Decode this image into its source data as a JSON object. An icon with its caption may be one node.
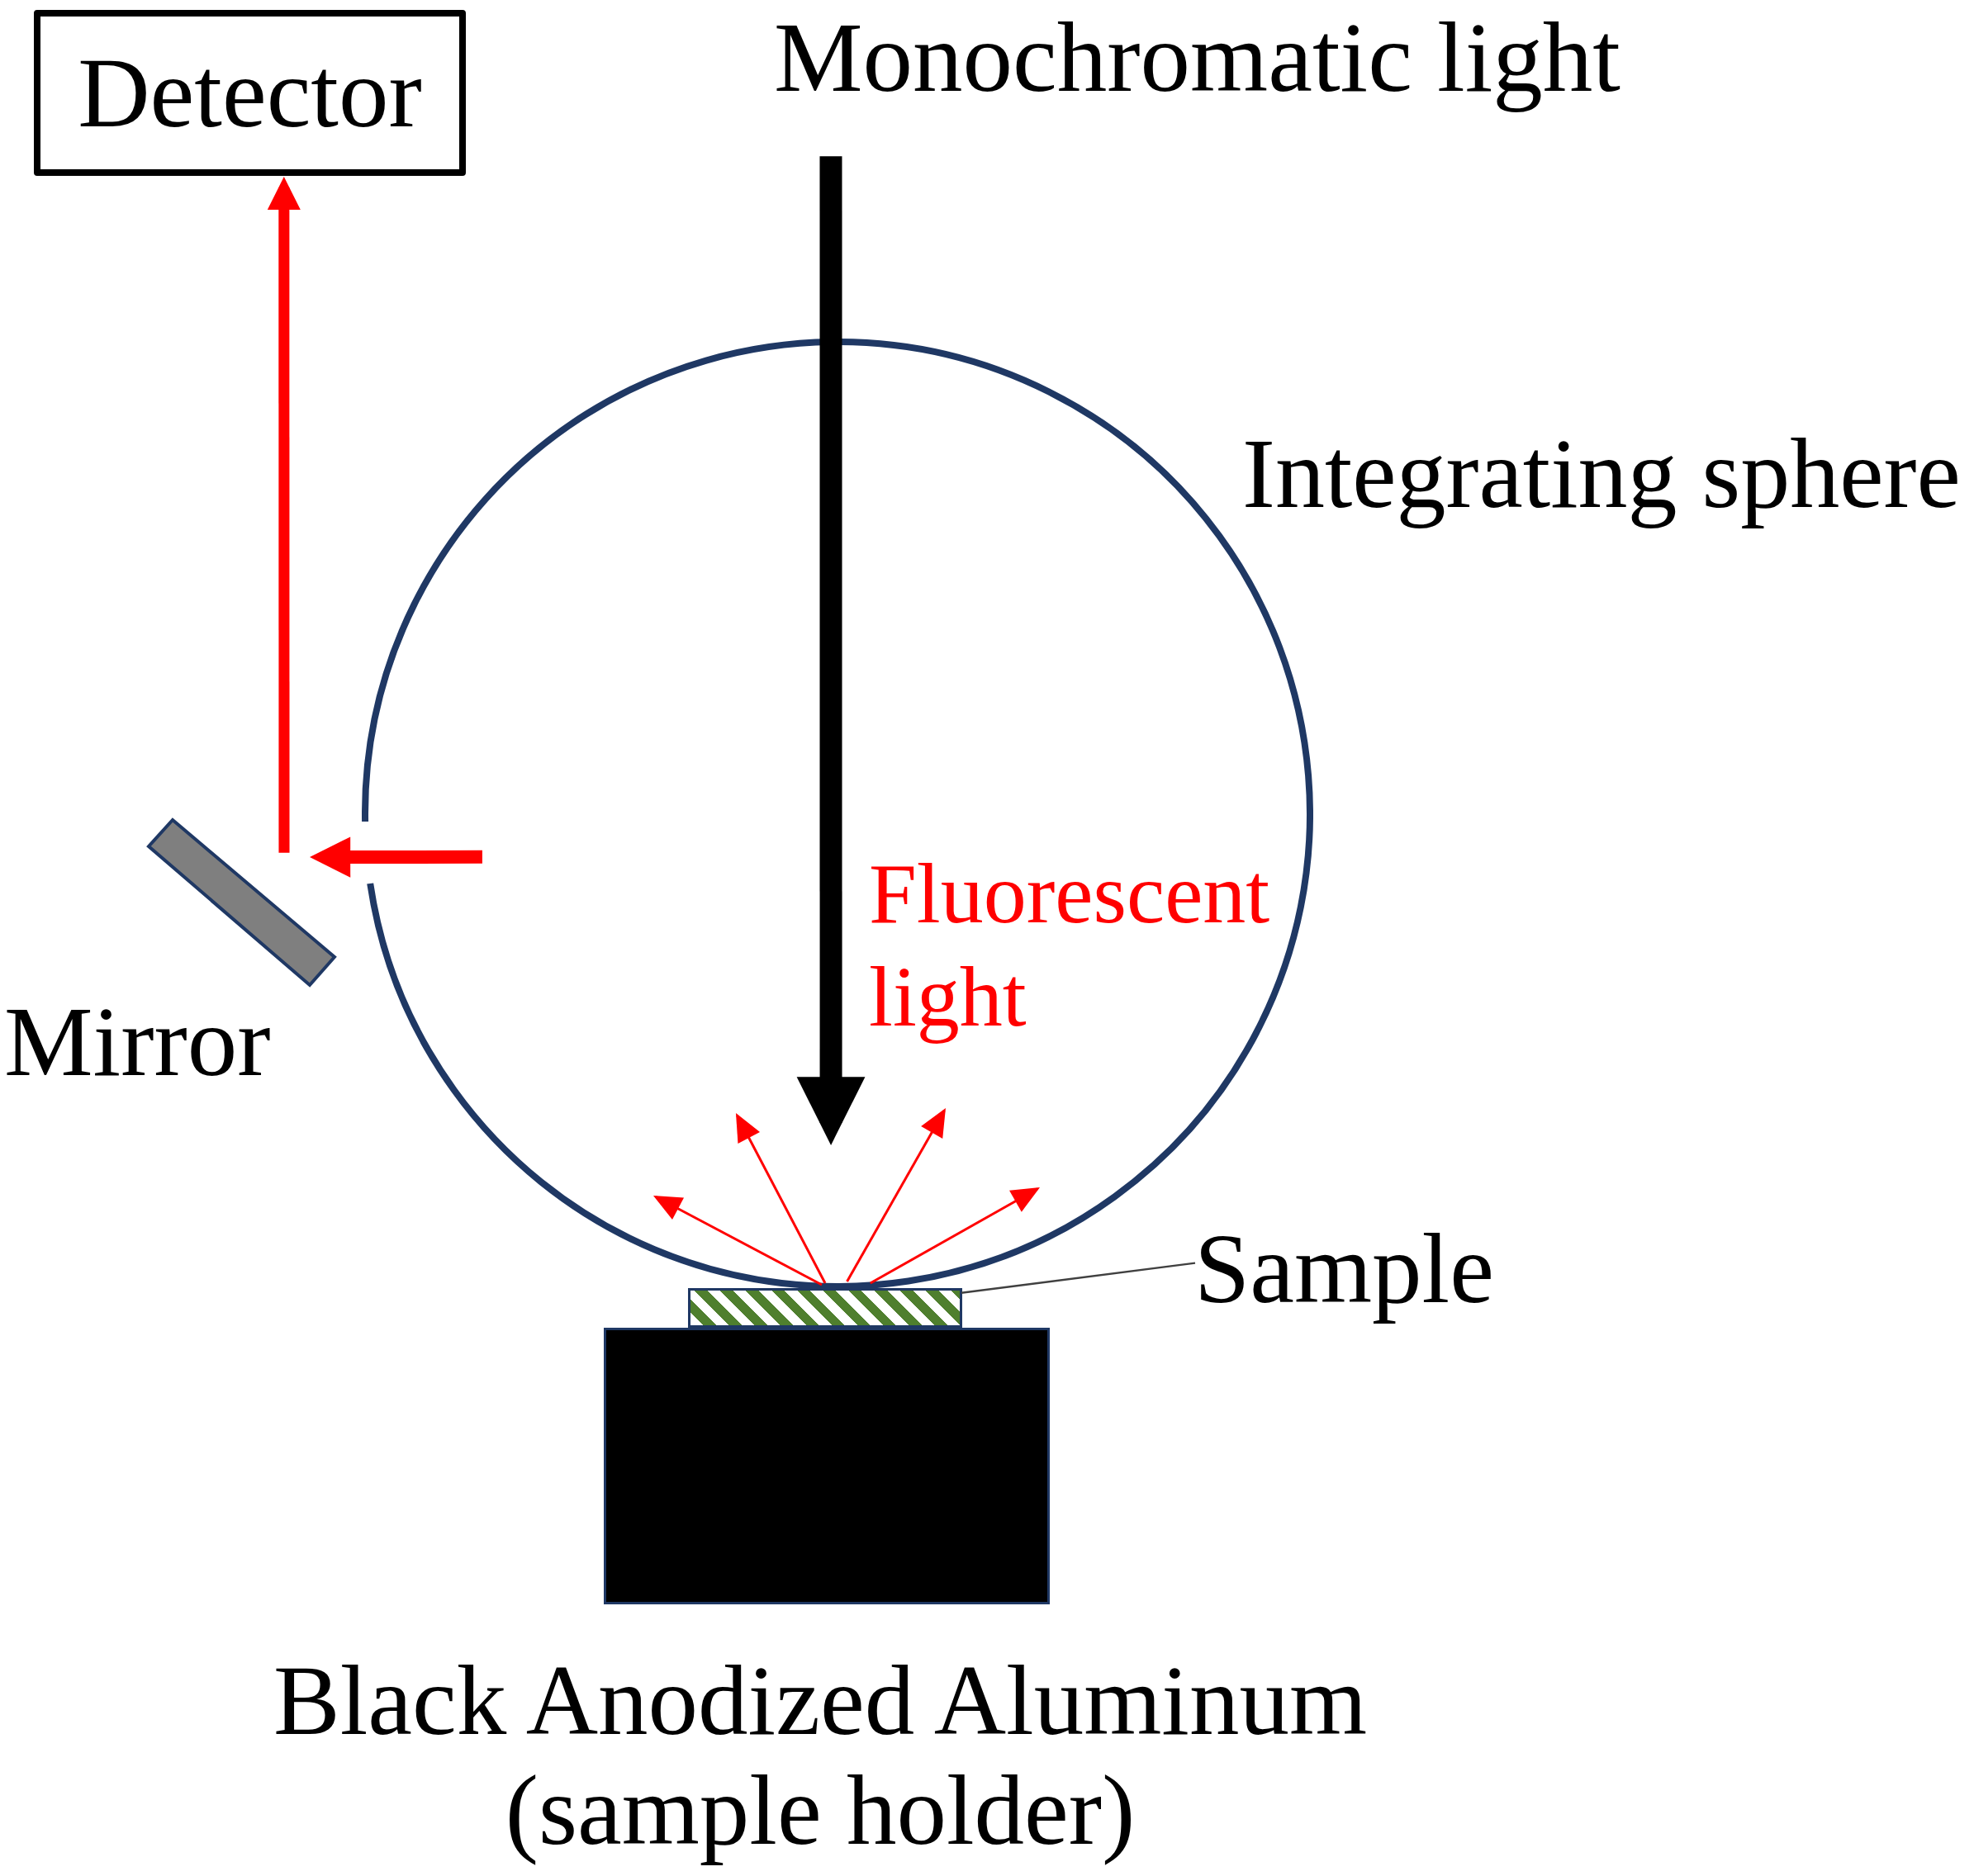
{
  "diagram": {
    "nodes": [
      {
        "text": [
          "Detector"
        ]
      },
      {
        "text": [
          "Monochromatic light"
        ]
      },
      {
        "text": [],
        "shape": "circle",
        "beside": [
          "Integrating sphere"
        ]
      },
      {
        "text": [],
        "shape": "bar",
        "beside": [
          "Mirror"
        ]
      },
      {
        "text": [
          "Sample"
        ]
      },
      {
        "text": [],
        "shape": "box"
      },
      {
        "text": [],
        "shape": "box",
        "beside": [
          "Black Anodized Aluminum (sample holder)"
        ]
      }
    ],
    "edges": [
      {
        "from": 1,
        "to": 2,
        "arrow": "to",
        "style": "thick",
        "color": "#000000"
      },
      {
        "from": 2,
        "to": 3,
        "arrow": "to",
        "style": "thick"
      },
      {
        "from": 3,
        "to": 0,
        "arrow": "to",
        "style": "thick"
      },
      {
        "from": 5,
        "to": 2,
        "arrow": "to"
      },
      {
        "from": 5,
        "to": 2,
        "arrow": "to"
      },
      {
        "from": 5,
        "to": 2,
        "arrow": "to"
      },
      {
        "from": 5,
        "to": 2,
        "arrow": "to"
      },
      {
        "from": 4,
        "to": 5,
        "arrow": "none",
        "color": "#404040"
      }
    ],
    "labels": [
      "Fluorescent light"
    ]
  }
}
